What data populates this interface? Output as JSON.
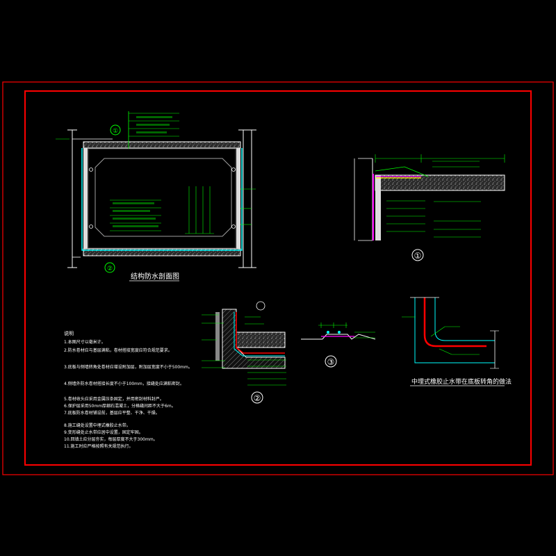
{
  "drawing": {
    "main_section": {
      "title": "结构防水剖面图",
      "markers": [
        "①",
        "②"
      ]
    },
    "detail_1": {
      "number": "①"
    },
    "detail_2": {
      "number": "②"
    },
    "detail_3": {
      "number": "③"
    },
    "detail_4": {
      "title": "中埋式橡胶止水带在底板转角的做法"
    },
    "notes": {
      "heading": "说明",
      "items": [
        "1.本图尺寸以毫米计。",
        "2.防水卷材应与基层满粘，卷材搭接宽度应符合规范要求。",
        "3.底板与侧墙转角处卷材应增设附加层，附加层宽度不小于500mm。",
        "4.侧墙外防水卷材搭接长度不小于100mm，接缝处应满粘密封。",
        "5.卷材收头应采用金属压条固定，并用密封材料封严。",
        "6.保护层采用50mm厚细石混凝土，分格缝间距不大于6m。",
        "7.底板防水卷材铺设前，基层应平整、干净、干燥。",
        "8.施工缝处设置中埋式橡胶止水带。",
        "9.变形缝处止水带应居中设置，固定牢固。",
        "10.回填土应分层夯实，每层厚度不大于300mm。",
        "11.施工时应严格按照有关规范执行。"
      ]
    },
    "colors": {
      "background": "#000000",
      "frame": "#ff0000",
      "lines": "#ffffff",
      "annotation": "#00ff00",
      "waterproof": "#00ffff",
      "waterstop": "#ff0000",
      "membrane": "#ff00ff",
      "inner_outline": "#a0a0a0"
    }
  }
}
